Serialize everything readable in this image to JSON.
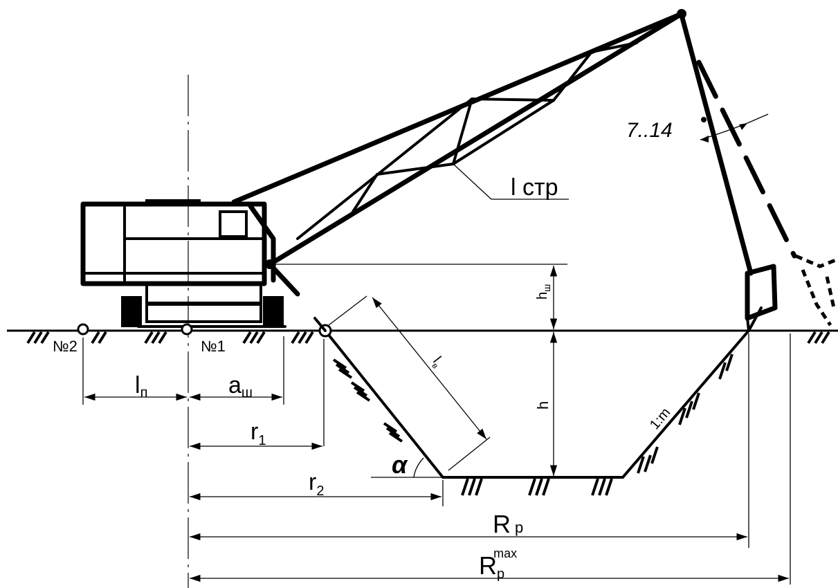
{
  "labels": {
    "pivot_2": "№2",
    "pivot_1": "№1",
    "boom_length": "l стр",
    "angle_range": "7..14",
    "hinge_height": "h",
    "hinge_height_sub": "ш",
    "depth": "h",
    "bucket_length": "l",
    "bucket_length_sub": "в",
    "track_pitch": "l",
    "track_pitch_sub": "п",
    "hinge_offset": "a",
    "hinge_offset_sub": "ш",
    "r1": "r",
    "r1_sub": "1",
    "r2": "r",
    "r2_sub": "2",
    "slope": "1:m",
    "alpha": "α",
    "reach": "R",
    "reach_sub": "р",
    "reach_max": "R",
    "reach_max_sub": "р",
    "reach_max_sup": "max"
  },
  "colors": {
    "ink": "#000000",
    "paper": "#ffffff"
  }
}
